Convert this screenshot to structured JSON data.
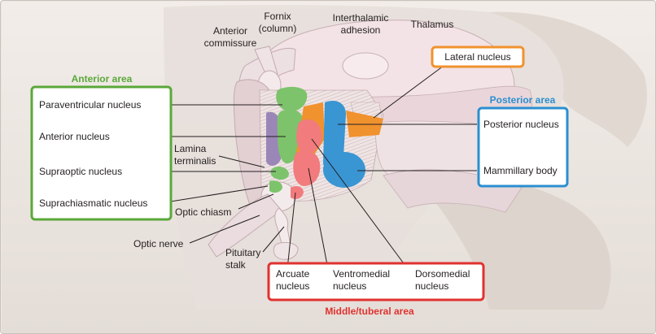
{
  "anterior_area": {
    "heading": "Anterior area",
    "color": "#5aa83a",
    "items": [
      "Paraventricular nucleus",
      "Anterior nucleus",
      "Supraoptic nucleus",
      "Suprachiasmatic nucleus"
    ]
  },
  "posterior_area": {
    "heading": "Posterior area",
    "color": "#2b8fd0",
    "items": [
      "Posterior nucleus",
      "Mammillary body"
    ]
  },
  "middle_tuberal_area": {
    "heading": "Middle/tuberal area",
    "color": "#e0322f",
    "items": [
      {
        "line1": "Arcuate",
        "line2": "nucleus"
      },
      {
        "line1": "Ventromedial",
        "line2": "nucleus"
      },
      {
        "line1": "Dorsomedial",
        "line2": "nucleus"
      }
    ]
  },
  "lateral": {
    "label": "Lateral nucleus",
    "color": "#f0922e"
  },
  "structures": {
    "fornix": {
      "line1": "Fornix",
      "line2": "(column)"
    },
    "anterior_commissure": {
      "line1": "Anterior",
      "line2": "commissure"
    },
    "interthalamic_adhesion": {
      "line1": "Interthalamic",
      "line2": "adhesion"
    },
    "thalamus": "Thalamus",
    "lamina_terminalis": {
      "line1": "Lamina",
      "line2": "terminalis"
    },
    "optic_chiasm": "Optic chiasm",
    "optic_nerve": "Optic nerve",
    "pituitary_stalk": {
      "line1": "Pituitary",
      "line2": "stalk"
    }
  }
}
